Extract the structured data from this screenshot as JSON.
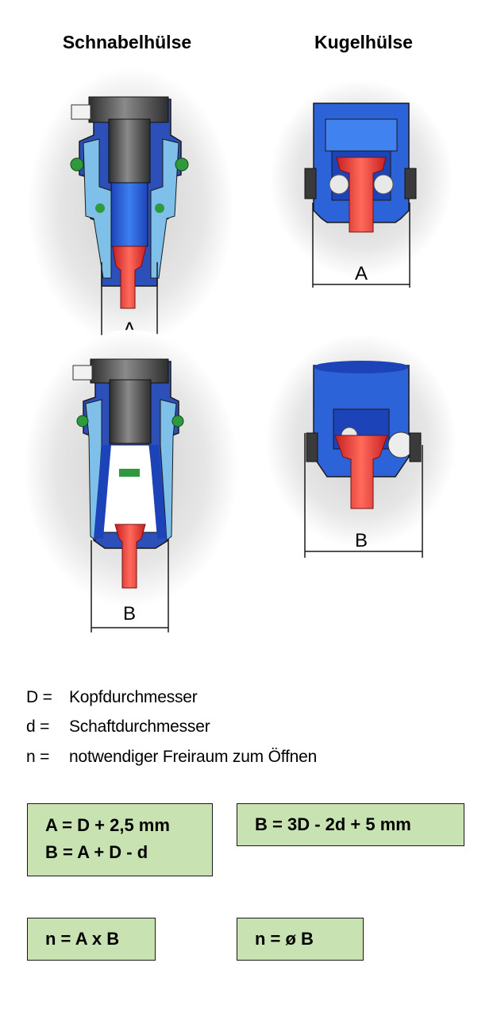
{
  "titles": {
    "left": "Schnabelhülse",
    "right": "Kugelhülse"
  },
  "dimension_labels": {
    "a": "A",
    "b": "B"
  },
  "legend": [
    {
      "key": "D =",
      "text": "Kopfdurchmesser"
    },
    {
      "key": "d =",
      "text": "Schaftdurchmesser"
    },
    {
      "key": "n =",
      "text": "notwendiger Freiraum zum Öffnen"
    }
  ],
  "formulas": {
    "schnabel_ab": [
      "A = D + 2,5 mm",
      "B = A + D - d"
    ],
    "kugel_b": "B = 3D - 2d + 5 mm",
    "schnabel_n": "n = A x B",
    "kugel_n": "n = ø B"
  },
  "colors": {
    "sleeve_blue": "#2f62d6",
    "sleeve_light": "#7db6e8",
    "shaft_gray": "#4a4a4a",
    "pin_red": "#e8383a",
    "oring_green": "#2e9a3d",
    "formula_box": "#c9e2b2"
  }
}
